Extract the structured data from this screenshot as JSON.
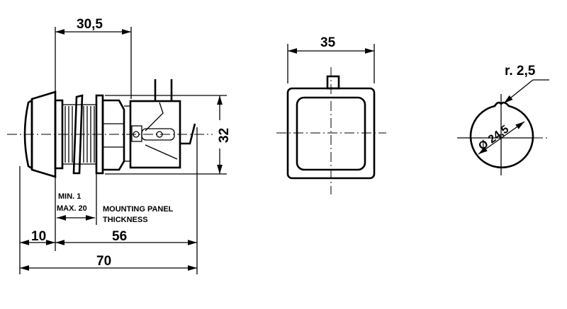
{
  "side_view": {
    "dim_top": "30,5",
    "dim_height": "32",
    "panel_min": "MIN. 1",
    "panel_max": "MAX. 20",
    "panel_label_1": "MOUNTING PANEL",
    "panel_label_2": "THICKNESS",
    "dim_front": "10",
    "dim_body": "56",
    "dim_total": "70"
  },
  "front_view": {
    "dim_width": "35"
  },
  "cutout_view": {
    "radius_label": "r. 2,5",
    "diameter_label": "Ø 24,5"
  }
}
